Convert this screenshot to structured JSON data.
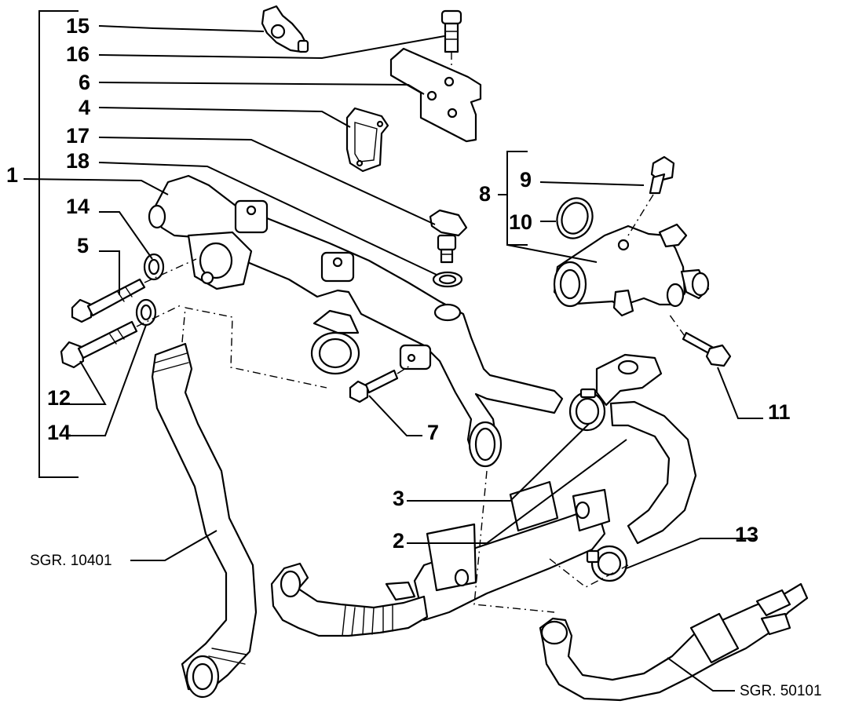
{
  "callouts": [
    {
      "id": "c15",
      "text": "15"
    },
    {
      "id": "c16",
      "text": "16"
    },
    {
      "id": "c6",
      "text": "6"
    },
    {
      "id": "c4",
      "text": "4"
    },
    {
      "id": "c17",
      "text": "17"
    },
    {
      "id": "c18",
      "text": "18"
    },
    {
      "id": "c1",
      "text": "1"
    },
    {
      "id": "c14a",
      "text": "14"
    },
    {
      "id": "c5",
      "text": "5"
    },
    {
      "id": "c12",
      "text": "12"
    },
    {
      "id": "c14b",
      "text": "14"
    },
    {
      "id": "c7",
      "text": "7"
    },
    {
      "id": "c9",
      "text": "9"
    },
    {
      "id": "c8",
      "text": "8"
    },
    {
      "id": "c10",
      "text": "10"
    },
    {
      "id": "c11",
      "text": "11"
    },
    {
      "id": "c3",
      "text": "3"
    },
    {
      "id": "c2",
      "text": "2"
    },
    {
      "id": "c13",
      "text": "13"
    }
  ],
  "references": {
    "left": "SGR. 10401",
    "right": "SGR. 50101"
  }
}
